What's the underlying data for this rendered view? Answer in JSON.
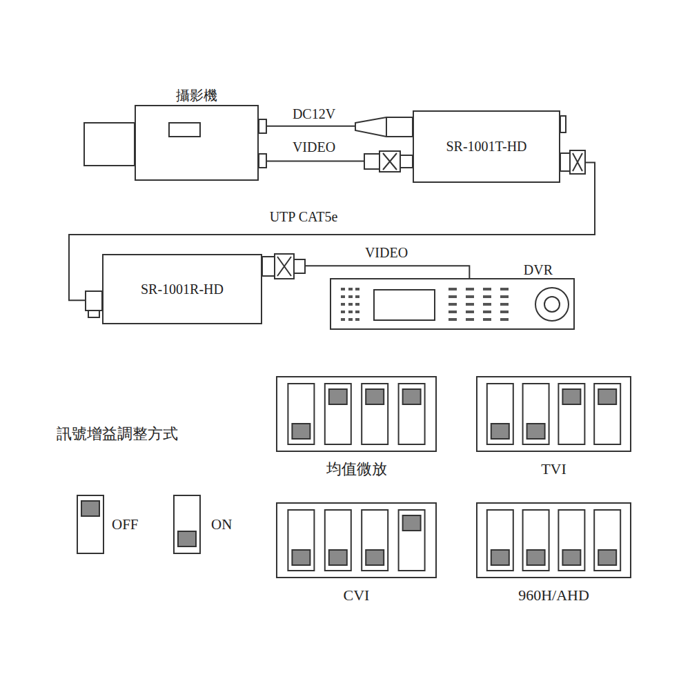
{
  "diagram": {
    "nodes": [
      {
        "text": [
          "攝影機"
        ]
      },
      {
        "text": [
          "SR-1001T-HD"
        ]
      },
      {
        "text": [
          "SR-1001R-HD"
        ]
      },
      {
        "text": [
          "DVR"
        ]
      },
      {
        "text": [
          "均值微放"
        ]
      },
      {
        "text": [
          "TVI"
        ]
      },
      {
        "text": [
          "CVI"
        ]
      },
      {
        "text": [
          "960H/AHD"
        ]
      }
    ],
    "edges": [
      {
        "from": 0,
        "to": 1,
        "label": "DC12V",
        "arrow": "none"
      },
      {
        "from": 0,
        "to": 1,
        "label": "VIDEO",
        "arrow": "none"
      },
      {
        "from": 1,
        "to": 2,
        "label": "UTP CAT5e",
        "arrow": "none"
      },
      {
        "from": 2,
        "to": 3,
        "label": "VIDEO",
        "arrow": "none"
      }
    ],
    "labels": [
      "訊號增益調整方式",
      "OFF",
      "ON"
    ]
  }
}
